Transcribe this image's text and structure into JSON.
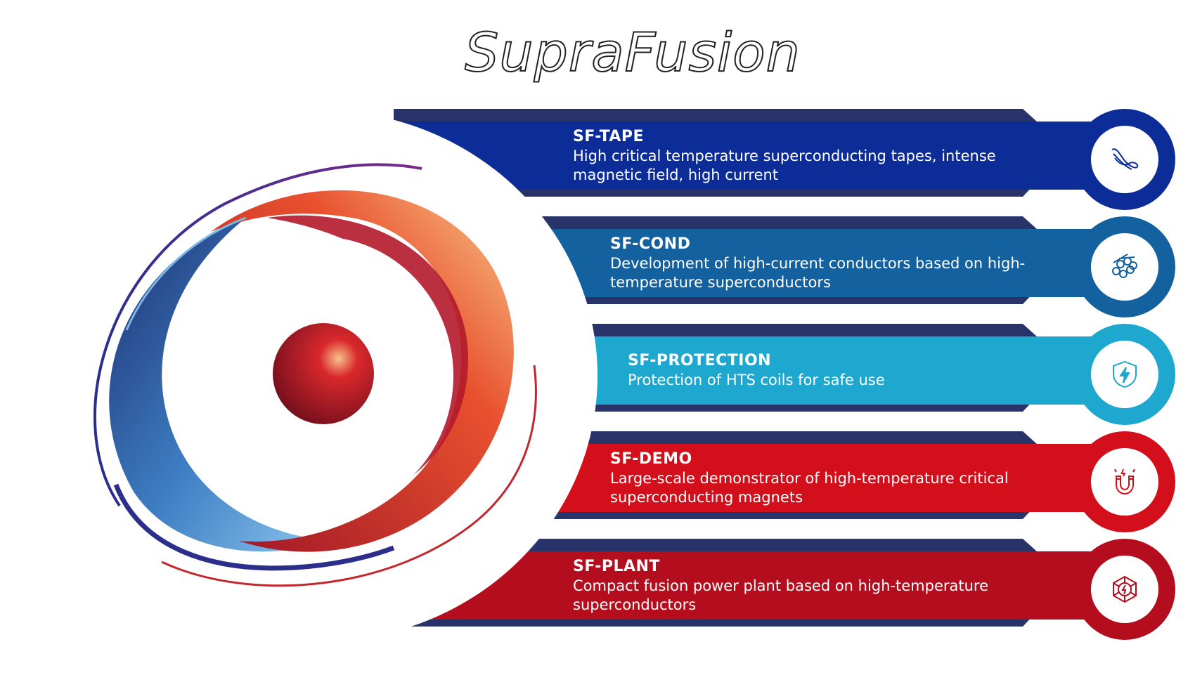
{
  "title": "SupraFusion",
  "colors": {
    "navy": "#283469",
    "tape": "#0c2c98",
    "cond": "#14619f",
    "protection": "#1ea8d0",
    "demo": "#d30f1b",
    "plant": "#b40d1e"
  },
  "bands": [
    {
      "id": "tape",
      "title": "SF-TAPE",
      "description": "High critical temperature superconducting tapes, intense magnetic field, high current",
      "icon": "tape-icon",
      "color": "#0c2c98"
    },
    {
      "id": "cond",
      "title": "SF-COND",
      "description": "Development of high-current conductors based on high-temperature superconductors",
      "icon": "conductor-cables-icon",
      "color": "#14619f"
    },
    {
      "id": "protection",
      "title": "SF-PROTECTION",
      "description": "Protection of HTS coils for safe use",
      "icon": "shield-lightning-icon",
      "color": "#1ea8d0"
    },
    {
      "id": "demo",
      "title": "SF-DEMO",
      "description": "Large-scale demonstrator of high-temperature critical superconducting magnets",
      "icon": "magnet-icon",
      "color": "#d30f1b"
    },
    {
      "id": "plant",
      "title": "SF-PLANT",
      "description": "Compact fusion power plant based on high-temperature superconductors",
      "icon": "power-plant-network-icon",
      "color": "#b40d1e"
    }
  ]
}
